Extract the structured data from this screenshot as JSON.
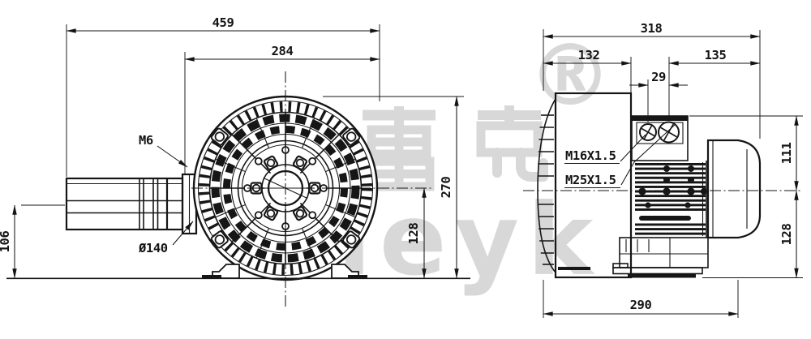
{
  "watermark": {
    "brand_cn": "雷克",
    "brand_en": "leyk",
    "registered_mark": "®"
  },
  "front_view": {
    "overall_width": "459",
    "housing_width": "284",
    "overall_height": "270",
    "axis_to_base": "128",
    "inlet_axis_to_base": "106",
    "cover_screw": "M6",
    "silencer_diameter": "Ø140"
  },
  "side_view": {
    "overall_depth": "318",
    "housing_depth": "132",
    "gland_to_cover": "135",
    "gland_spacing": "29",
    "axis_to_top": "111",
    "axis_to_base": "128",
    "base_length": "290",
    "cable_gland_small": "M16X1.5",
    "cable_gland_large": "M25X1.5"
  }
}
